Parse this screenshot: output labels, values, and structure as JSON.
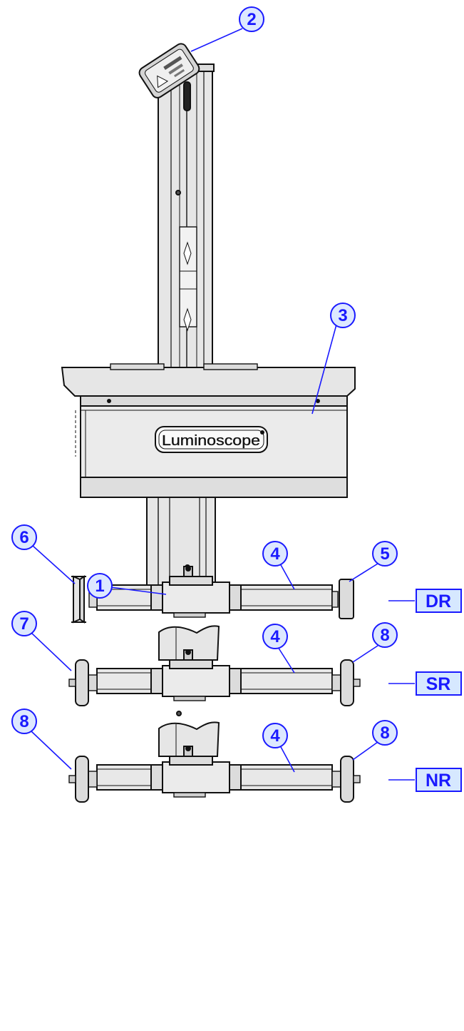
{
  "colors": {
    "callout_blue": "#1a1aff",
    "callout_fill": "#dde8ff",
    "label_fill": "#d6e8ff",
    "metal": "#e9e9e9",
    "metal_dark": "#bdbdbd",
    "outline": "#111111"
  },
  "brand": {
    "logo_text": "Luminoscope"
  },
  "callouts": [
    {
      "id": "2",
      "text": "2"
    },
    {
      "id": "3",
      "text": "3"
    },
    {
      "id": "1",
      "text": "1"
    },
    {
      "id": "6",
      "text": "6"
    },
    {
      "id": "4a",
      "text": "4"
    },
    {
      "id": "5",
      "text": "5"
    },
    {
      "id": "7",
      "text": "7"
    },
    {
      "id": "4b",
      "text": "4"
    },
    {
      "id": "8a",
      "text": "8"
    },
    {
      "id": "8b",
      "text": "8"
    },
    {
      "id": "4c",
      "text": "4"
    },
    {
      "id": "8c",
      "text": "8"
    }
  ],
  "variant_labels": [
    {
      "id": "dr",
      "text": "DR"
    },
    {
      "id": "sr",
      "text": "SR"
    },
    {
      "id": "nr",
      "text": "NR"
    }
  ]
}
